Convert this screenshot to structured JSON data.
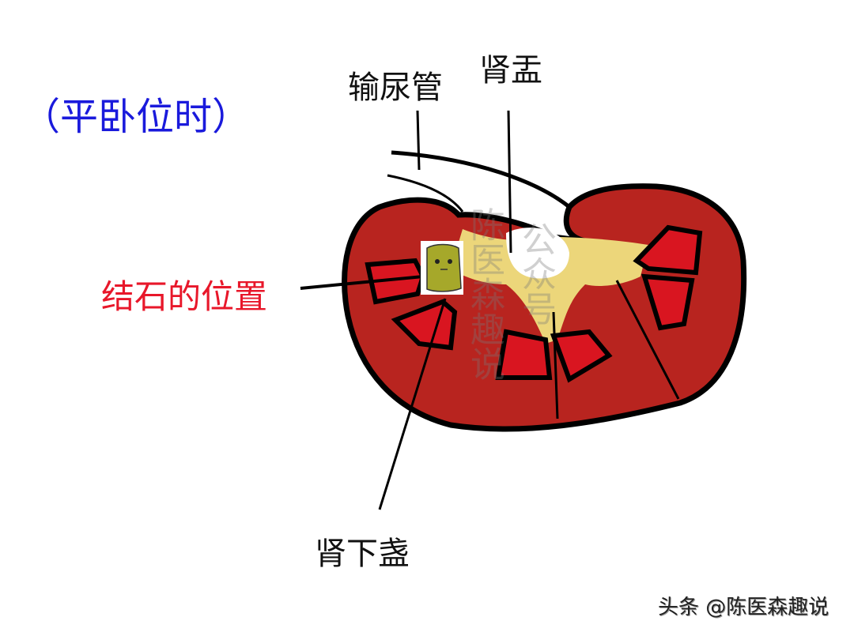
{
  "title": "（平卧位时）",
  "labels": {
    "ureter": "输尿管",
    "renal_pelvis": "肾盂",
    "stone_position": "结石的位置",
    "lower_calyx": "肾下盏"
  },
  "watermark": {
    "col1": "陈医森趣说",
    "col2": "公众号"
  },
  "credit": "头条 @陈医森趣说",
  "colors": {
    "title": "#1a1adc",
    "stone_label": "#e8172a",
    "cortex": "#b8241f",
    "pyramid": "#d91520",
    "pelvis_fill": "#ecd67a",
    "stone": "#a6a82a"
  }
}
